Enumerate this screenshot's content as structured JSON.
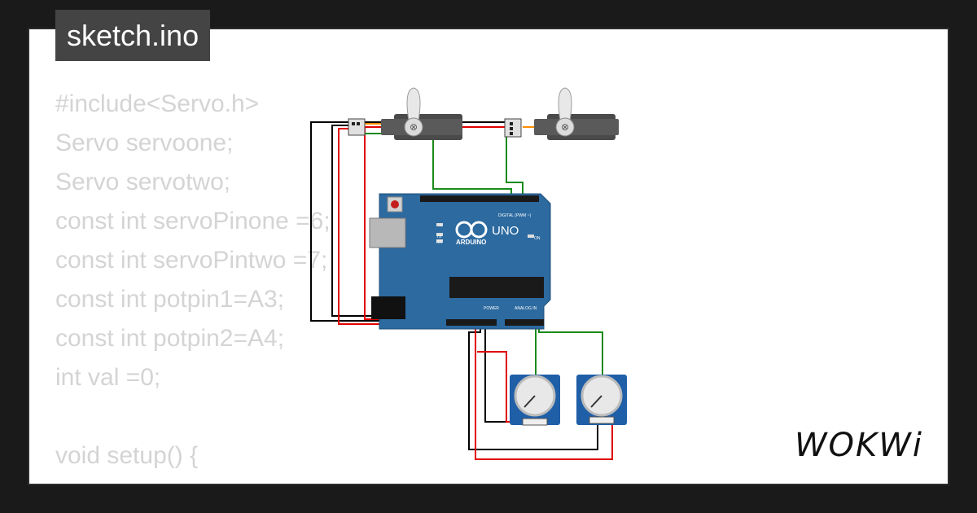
{
  "title": "sketch.ino",
  "code_lines": [
    "#include<Servo.h>",
    "Servo servoone;",
    "Servo servotwo;",
    "const int servoPinone =6;",
    "const int servoPintwo =7;",
    "const int potpin1=A3;",
    "const int potpin2=A4;",
    "int val =0;",
    "",
    "void setup() {",
    "  // ..."
  ],
  "board": {
    "brand_text": "ARDUINO",
    "model_text": "UNO",
    "digital_header": "DIGITAL (PWM ~)",
    "analog_header": "ANALOG IN",
    "power_header": "POWER",
    "on_label": "ON",
    "tx_label": "TX",
    "rx_label": "RX",
    "l_label": "L"
  },
  "logo_text": "WOKWi",
  "colors": {
    "page_bg": "#1a1a1a",
    "card_bg": "#ffffff",
    "title_bg": "#444444",
    "code_text": "#d4d4d4",
    "board_blue": "#2c6aa0",
    "wire_black": "#000000",
    "wire_red": "#e00000",
    "wire_green": "#1a8a1a",
    "wire_orange": "#ff8c00",
    "servo_gray": "#555555",
    "pot_blue": "#1f5fa8"
  }
}
